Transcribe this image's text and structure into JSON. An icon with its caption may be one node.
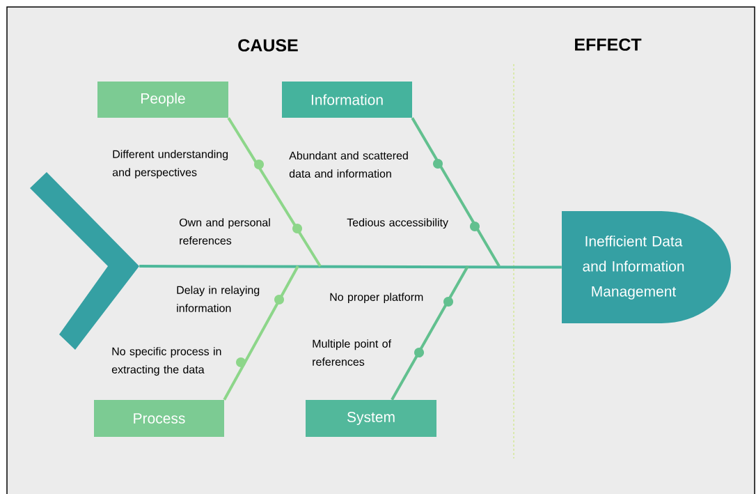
{
  "diagram": {
    "nodes": [
      {
        "text": [
          "People"
        ]
      },
      {
        "text": [
          "Information"
        ]
      },
      {
        "text": [
          "Process"
        ]
      },
      {
        "text": [
          "System"
        ]
      },
      {
        "text": [
          "Inefficient Data and Information Management"
        ]
      },
      {
        "text": [],
        "shape": "chevron"
      }
    ],
    "edges": [
      {
        "from": 5,
        "to": 4,
        "arrow": "none",
        "color": "#4db89a"
      },
      {
        "from": 0,
        "to": null,
        "arrow": "none",
        "color": "#8dd68a"
      },
      {
        "from": 1,
        "to": null,
        "arrow": "none",
        "color": "#62c08f"
      },
      {
        "from": 2,
        "to": null,
        "arrow": "none",
        "color": "#8dd68a"
      },
      {
        "from": 3,
        "to": null,
        "arrow": "none",
        "color": "#62c08f"
      }
    ],
    "labels": [
      "CAUSE",
      "EFFECT",
      "Different understanding and perspectives",
      "Abundant and scattered data and information",
      "Own and personal references",
      "Tedious accessibility",
      "Delay in relaying information",
      "No proper platform",
      "No specific process in extracting the data",
      "Multiple point of references"
    ]
  }
}
